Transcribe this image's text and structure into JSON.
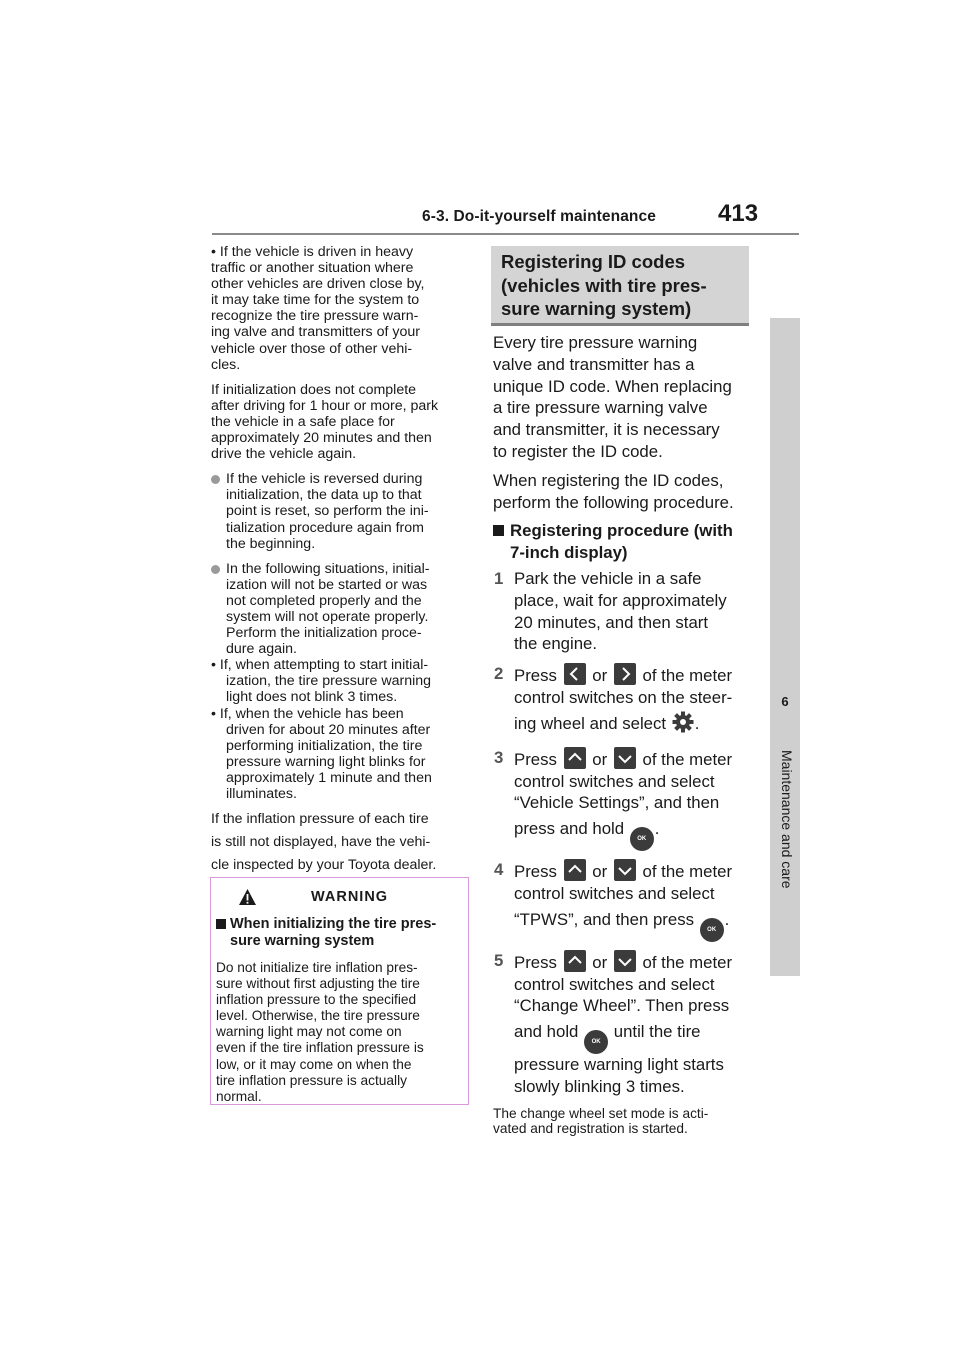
{
  "header": {
    "section": "6-3. Do-it-yourself maintenance",
    "page_number": "413"
  },
  "side_tab": {
    "chapter_number": "6",
    "chapter_label": "Maintenance and care"
  },
  "left_column": {
    "bullet1_lines": [
      "• If the vehicle is driven in heavy",
      "traffic or another situation where",
      "other vehicles are driven close by,",
      "it may take time for the system to",
      "recognize the tire pressure warn-",
      "ing valve and transmitters of your",
      "vehicle over those of other vehi-",
      "cles."
    ],
    "para1_lines": [
      "If initialization does not complete",
      "after driving for 1 hour or more, park",
      "the vehicle in a safe place for",
      "approximately 20 minutes and then",
      "drive the vehicle again."
    ],
    "circle1_lines": [
      "If the vehicle is reversed during",
      "initialization, the data up to that",
      "point is reset, so perform the ini-",
      "tialization procedure again from",
      "the beginning."
    ],
    "circle2_lines": [
      "In the following situations, initial-",
      "ization will not be started or was",
      "not completed properly and the",
      "system will not operate properly.",
      "Perform the initialization proce-",
      "dure again."
    ],
    "sub1_lines": [
      "• If, when attempting to start initial-",
      "ization, the tire pressure warning",
      "light does not blink 3 times."
    ],
    "sub2_lines": [
      "• If, when the vehicle has been",
      "driven for about 20 minutes after",
      "performing initialization, the tire",
      "pressure warning light blinks for",
      "approximately 1 minute and then",
      "illuminates."
    ],
    "para2_lines": [
      "If the inflation pressure of each tire",
      "is still not displayed, have the vehi-",
      "cle inspected by your Toyota dealer."
    ]
  },
  "warning": {
    "title": "WARNING",
    "subtitle_lines": [
      "When initializing the tire pres-",
      "sure warning system"
    ],
    "body_lines": [
      "Do not initialize tire inflation pres-",
      "sure without first adjusting the tire",
      "inflation pressure to the specified",
      "level. Otherwise, the tire pressure",
      "warning light may not come on",
      "even if the tire inflation pressure is",
      "low, or it may come on when the",
      "tire inflation pressure is actually",
      "normal."
    ]
  },
  "right_column": {
    "section_title_lines": [
      "Registering ID codes",
      "(vehicles with tire pres-",
      "sure warning system)"
    ],
    "intro1_lines": [
      "Every tire pressure warning",
      "valve and transmitter has a",
      "unique ID code. When replacing",
      "a tire pressure warning valve",
      "and transmitter, it is necessary",
      "to register the ID code."
    ],
    "intro2_lines": [
      "When registering the ID codes,",
      "perform the following procedure."
    ],
    "procedure_heading_lines": [
      "Registering procedure (with",
      "7-inch display)"
    ],
    "step1": {
      "num": "1",
      "lines": [
        "Park the vehicle in a safe",
        "place, wait for approximately",
        "20 minutes, and then start",
        "the engine."
      ]
    },
    "step2": {
      "num": "2",
      "t_press": "Press",
      "t_or": "or",
      "t_after": "of the meter",
      "l2": "control switches on the steer-",
      "l3_before": "ing wheel and select",
      "l3_after": "."
    },
    "step3": {
      "num": "3",
      "t_press": "Press",
      "t_or": "or",
      "t_after": "of the meter",
      "l2": "control switches and select",
      "l3": "“Vehicle Settings”, and then",
      "l4_before": "press and hold",
      "l4_after": "."
    },
    "step4": {
      "num": "4",
      "t_press": "Press",
      "t_or": "or",
      "t_after": "of the meter",
      "l2": "control switches and select",
      "l3_before": "“TPWS”, and then press",
      "l3_after": "."
    },
    "step5": {
      "num": "5",
      "t_press": "Press",
      "t_or": "or",
      "t_after": "of the meter",
      "l2": "control switches and select",
      "l3": "“Change Wheel”. Then press",
      "l4_before": "and hold",
      "l4_after": "until the tire",
      "l5": "pressure warning light starts",
      "l6": "slowly blinking 3 times."
    },
    "note_lines": [
      "The change wheel set mode is acti-",
      "vated and registration is started."
    ],
    "ok_button_label": "OK"
  },
  "icons": {
    "left": "chevron-left-icon",
    "right": "chevron-right-icon",
    "up": "chevron-up-icon",
    "down": "chevron-down-icon",
    "settings": "gear-icon",
    "ok": "ok-button-icon",
    "warning": "warning-triangle-icon"
  },
  "colors": {
    "warning_border": "#d89ad8",
    "section_box": "#d4d4d4",
    "side_tab": "#cfcfcf"
  }
}
